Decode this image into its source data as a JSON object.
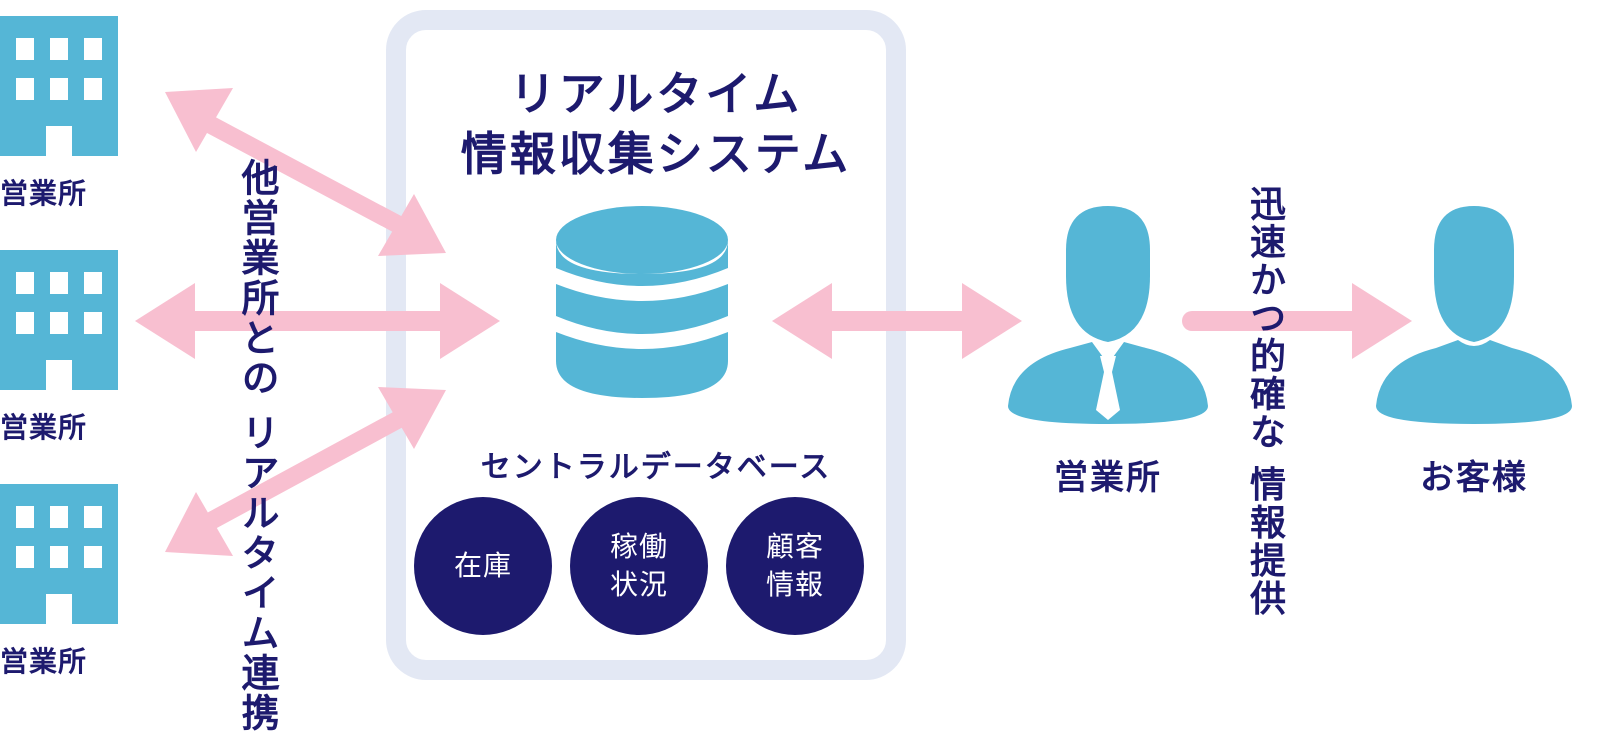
{
  "colors": {
    "navy": "#1d1a6e",
    "blue": "#55b6d6",
    "pink": "#f8bfd0",
    "panel_border": "#e3e8f4"
  },
  "offices": [
    {
      "label": "営業所",
      "icon": "building-icon"
    },
    {
      "label": "営業所",
      "icon": "building-icon"
    },
    {
      "label": "営業所",
      "icon": "building-icon"
    }
  ],
  "office_link_text": [
    "他営業所との",
    "リアルタイム連携"
  ],
  "system": {
    "title_line1": "リアルタイム",
    "title_line2": "情報収集システム",
    "database_icon": "database-icon",
    "database_label": "セントラルデータベース",
    "data_items": [
      {
        "label": "在庫"
      },
      {
        "label": "稼働\n状況"
      },
      {
        "label": "顧客\n情報"
      }
    ]
  },
  "sales_office": {
    "label": "営業所",
    "icon": "person-icon"
  },
  "provide_text": [
    "迅速かつ的確な",
    "情報提供"
  ],
  "customer": {
    "label": "お客様",
    "icon": "person-icon"
  }
}
